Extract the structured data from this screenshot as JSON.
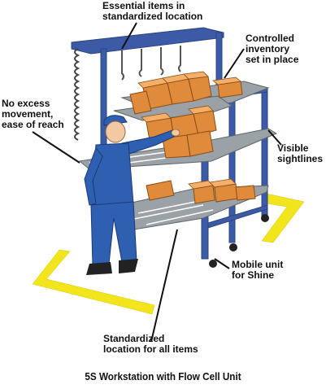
{
  "callouts": {
    "essential_items": "Essential items in\nstandardized location",
    "controlled_inventory": "Controlled\ninventory\nset in place",
    "no_excess_movement": "No excess\nmovement,\nease of reach",
    "visible_sightlines": "Visible\nsightlines",
    "mobile_unit": "Mobile unit\nfor Shine",
    "standardized_location": "Standardized\nlocation for all items"
  },
  "caption": "5S Workstation with Flow Cell Unit",
  "colors": {
    "rack_frame": "#3c5aa6",
    "shelf": "#9aa2a8",
    "box": "#e08a3c",
    "floor_tape": "#f3e51b",
    "worker_uniform": "#2f5fb0",
    "leader_line": "#111111"
  }
}
